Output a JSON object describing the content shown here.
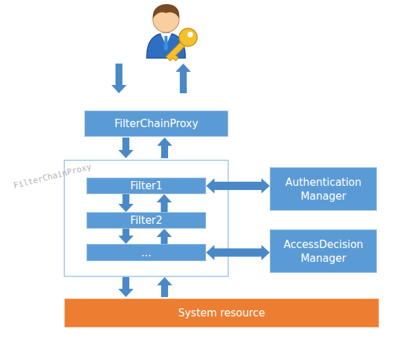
{
  "diagram": {
    "nodes": [
      {
        "text": [
          "FilterChainProxy"
        ]
      },
      {
        "text": [
          "Filter1"
        ]
      },
      {
        "text": [
          "Authentication Manager"
        ]
      },
      {
        "text": [
          "Filter2"
        ]
      },
      {
        "text": [
          "..."
        ]
      },
      {
        "text": [
          "AccessDecision Manager"
        ]
      },
      {
        "text": [
          "System resource"
        ]
      }
    ],
    "edges": [
      {
        "from": 1,
        "to": 3,
        "arrow": "to"
      },
      {
        "from": 3,
        "to": 1,
        "arrow": "to"
      },
      {
        "from": 3,
        "to": 4,
        "arrow": "to"
      },
      {
        "from": 4,
        "to": 3,
        "arrow": "to"
      },
      {
        "from": 1,
        "to": 2,
        "arrow": "both"
      },
      {
        "from": 4,
        "to": 5,
        "arrow": "both"
      }
    ],
    "labels": [
      "FilterChainProxy"
    ]
  }
}
